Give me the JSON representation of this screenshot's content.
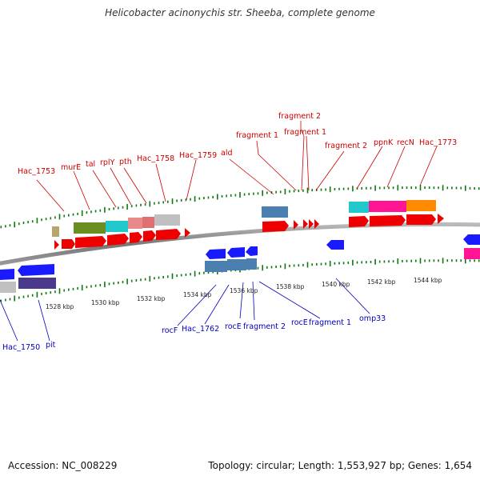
{
  "title": "Helicobacter acinonychis str. Sheeba, complete genome",
  "accession": "Accession: NC_008229",
  "topology": "Topology: circular; Length: 1,553,927 bp; Genes: 1,654",
  "scale_labels": [
    "1528 kbp",
    "1530 kbp",
    "1532 kbp",
    "1534 kbp",
    "1536 kbp",
    "1538 kbp",
    "1540 kbp",
    "1542 kbp",
    "1544 kbp"
  ],
  "upper_labels": [
    "Hac_1753",
    "murE",
    "tal",
    "rplY",
    "pth",
    "Hac_1758",
    "Hac_1759",
    "ald",
    "fragment 1",
    "fragment 2",
    "fragment 1",
    "fragment 2",
    "ppnK",
    "recN",
    "Hac_1773"
  ],
  "lower_labels": [
    "Hac_1750",
    "pit",
    "rocF",
    "Hac_1762",
    "rocE",
    "fragment 2",
    "rocE",
    "fragment 1",
    "omp33"
  ],
  "colors": {
    "forward_gene": "#ee0000",
    "reverse_gene": "#1a1aff",
    "upper_label": "#cc0000",
    "lower_label": "#0000bb",
    "backbone": "#888888",
    "tick": "#117711"
  }
}
